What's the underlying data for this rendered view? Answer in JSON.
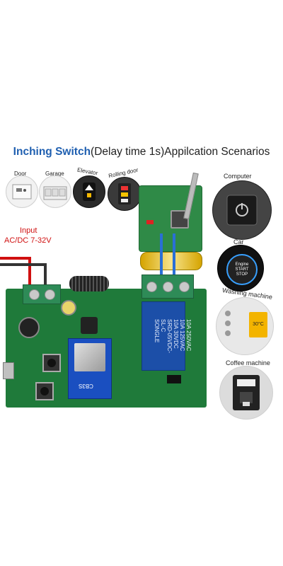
{
  "title": {
    "highlight": "Inching Switch",
    "rest": "(Delay time 1s)Appilcation Scenarios"
  },
  "scenarios_left": [
    {
      "label": "Door",
      "icon": "door-icon"
    },
    {
      "label": "Garage",
      "icon": "garage-icon"
    },
    {
      "label": "Elevator",
      "icon": "elevator-icon"
    },
    {
      "label": "Rolling door",
      "icon": "rolling-door-icon"
    }
  ],
  "scenarios_right": [
    {
      "label": "Computer",
      "icon": "computer-power-icon"
    },
    {
      "label": "Car",
      "icon": "car-start-icon"
    },
    {
      "label": "Washing machine",
      "icon": "washing-machine-icon"
    },
    {
      "label": "Coffee machine",
      "icon": "coffee-machine-icon"
    }
  ],
  "input_label_1": "Input",
  "input_label_2": "AC/DC 7-32V",
  "car_button_text": [
    "Engine",
    "START",
    "STOP"
  ],
  "washer_display": "30°C",
  "relay_text": [
    "10A 250VAC",
    "10A 125VAC",
    "10A 30VDC",
    "SRD-05VDC-SL-C"
  ],
  "relay_brand": "SONGLE",
  "module_label": "CB3S",
  "colors": {
    "title_highlight": "#1f5fb0",
    "pcb_green": "#1f7a3a",
    "wire_red": "#d01010",
    "wire_blue": "#2a6fd6",
    "relay_blue": "#1c4fa8"
  }
}
